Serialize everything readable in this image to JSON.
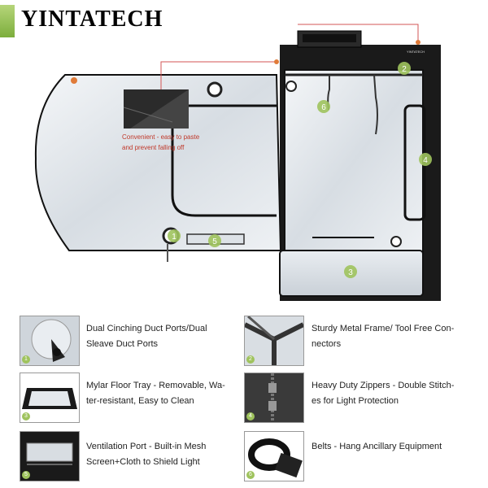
{
  "brand": {
    "name": "YINTATECH"
  },
  "callout": {
    "line1": "Convenient - easy to paste",
    "line2": "and prevent falling off"
  },
  "tent": {
    "label": "YINTATECH",
    "markers": [
      "1",
      "2",
      "3",
      "4",
      "5",
      "6"
    ]
  },
  "features": [
    {
      "number": "1",
      "line1": "Dual Cinching Duct Ports/Dual",
      "line2": "Sleave Duct Ports"
    },
    {
      "number": "2",
      "line1": "Sturdy Metal Frame/ Tool Free Con-",
      "line2": "nectors"
    },
    {
      "number": "3",
      "line1": "Mylar Floor Tray - Removable, Wa-",
      "line2": "ter-resistant, Easy to Clean"
    },
    {
      "number": "4",
      "line1": "Heavy Duty Zippers - Double Stitch-",
      "line2": "es for Light Protection"
    },
    {
      "number": "5",
      "line1": "Ventilation Port - Built-in Mesh",
      "line2": "Screen+Cloth to Shield Light"
    },
    {
      "number": "6",
      "line1": "Belts - Hang Ancillary Equipment",
      "line2": ""
    }
  ],
  "colors": {
    "accent_green": "#9fc35d",
    "callout_red": "#c0392b",
    "tent_black": "#1a1a1a"
  }
}
